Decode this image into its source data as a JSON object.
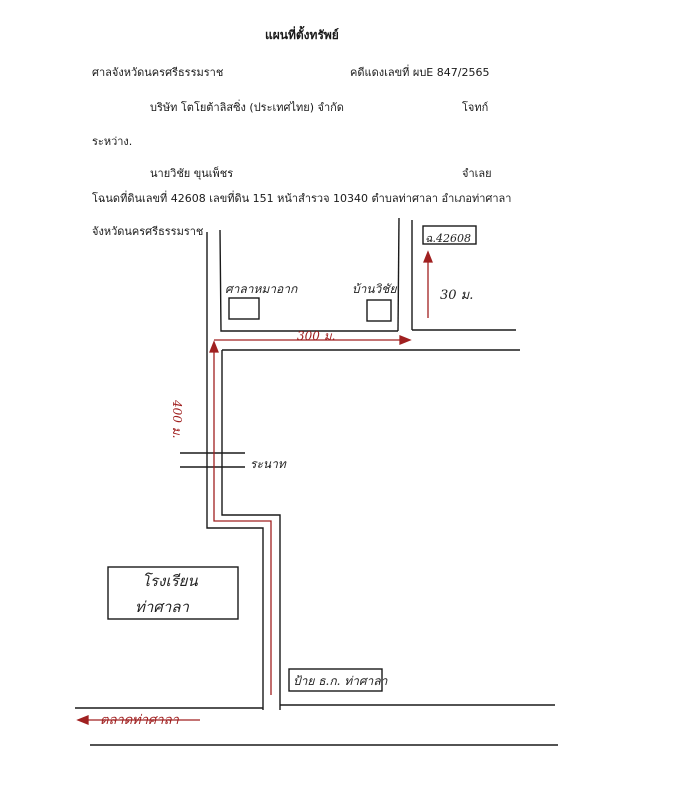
{
  "header": {
    "title": "แผนที่ตั้งทรัพย์",
    "court": "ศาลจังหวัดนครศรีธรรมราช",
    "case_no": "คดีแดงเลขที่ ผบE 847/2565",
    "plaintiff": "บริษัท โตโยต้าลิสซิ่ง (ประเทศไทย) จำกัด",
    "plaintiff_role": "โจทก์",
    "between": "ระหว่าง.",
    "defendant": "นายวิชัย  ขุนเพ็ชร",
    "defendant_role": "จำเลย",
    "deed_line": "โฉนดที่ดินเลขที่ 42608 เลขที่ดิน 151  หน้าสำรวจ 10340 ตำบลท่าศาลา  อำเภอท่าศาลา",
    "province": "จังหวัดนครศรีธรรมราช"
  },
  "map": {
    "parcel_label": "ฉ.42608",
    "distance_north": "30 ม.",
    "distance_east": "300 ม.",
    "distance_south": "400 ม.",
    "school_label": "ศาลาหมาอาก",
    "shop_label": "บ้านวิชัย",
    "bridge_label": "ระนาท",
    "school_box_line1": "โรงเรียน",
    "school_box_line2": "ท่าศาลา",
    "sign_label": "ป้าย ธ.ก. ท่าศาลา",
    "to_town_label": "ตลาดท่าศาลา",
    "colors": {
      "route": "#a02020",
      "road": "#1a1a1a"
    }
  }
}
